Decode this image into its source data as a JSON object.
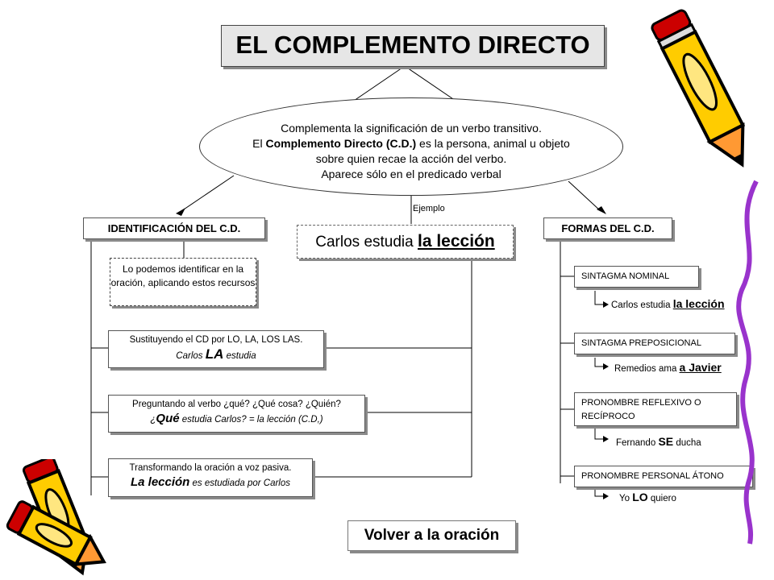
{
  "title": "EL COMPLEMENTO DIRECTO",
  "definition": {
    "line1": "Complementa la significación de un verbo transitivo.",
    "line2_pre": "El ",
    "line2_bold": "Complemento Directo (C.D.)",
    "line2_post": " es la persona, animal u objeto",
    "line3": "sobre quien recae la acción del verbo.",
    "line4": "Aparece sólo en el predicado verbal"
  },
  "ejemplo_label": "Ejemplo",
  "example": {
    "pre": "Carlos estudia ",
    "highlight": "la lección"
  },
  "identificacion": {
    "heading": "IDENTIFICACIÓN DEL C.D.",
    "resources": "Lo podemos identificar en la oración, aplicando estos recursos",
    "methods": [
      {
        "line1": "Sustituyendo el CD por LO, LA, LOS LAS.",
        "l2_pre": "Carlos ",
        "l2_em": "LA",
        "l2_post": " estudia"
      },
      {
        "line1": "Preguntando al verbo ¿qué? ¿Qué cosa? ¿Quién?",
        "l2_pre": "¿",
        "l2_em": "Qué",
        "l2_post": " estudia Carlos? = la lección (C.D,)"
      },
      {
        "line1": "Transformando la oración a voz pasiva.",
        "l2_pre": "",
        "l2_em": "La lección",
        "l2_post": " es estudiada por Carlos"
      }
    ]
  },
  "formas": {
    "heading": "FORMAS DEL C.D.",
    "items": [
      {
        "label": "SINTAGMA NOMINAL",
        "ex_pre": "Carlos estudia ",
        "ex_em": "la lección"
      },
      {
        "label": "SINTAGMA PREPOSICIONAL",
        "ex_pre": "Remedios ama ",
        "ex_em": "a Javier"
      },
      {
        "label": "PRONOMBRE REFLEXIVO O RECÍPROCO",
        "ex_pre": "Fernando ",
        "ex_em": "SE",
        "ex_post": " ducha"
      },
      {
        "label": "PRONOMBRE PERSONAL ÁTONO",
        "ex_pre": "Yo ",
        "ex_em": "LO",
        "ex_post": " quiero"
      }
    ]
  },
  "back_button": "Volver a la oración",
  "colors": {
    "pencil_body": "#ffcc00",
    "pencil_tip": "#ff6600",
    "pencil_outline": "#000000",
    "eraser": "#cc0000",
    "band": "#9933cc"
  },
  "icons": [
    "pencil-icon-top-right",
    "pencil-icon-bottom-left",
    "pencil-icon-bottom-left-2",
    "purple-scribble-icon"
  ]
}
